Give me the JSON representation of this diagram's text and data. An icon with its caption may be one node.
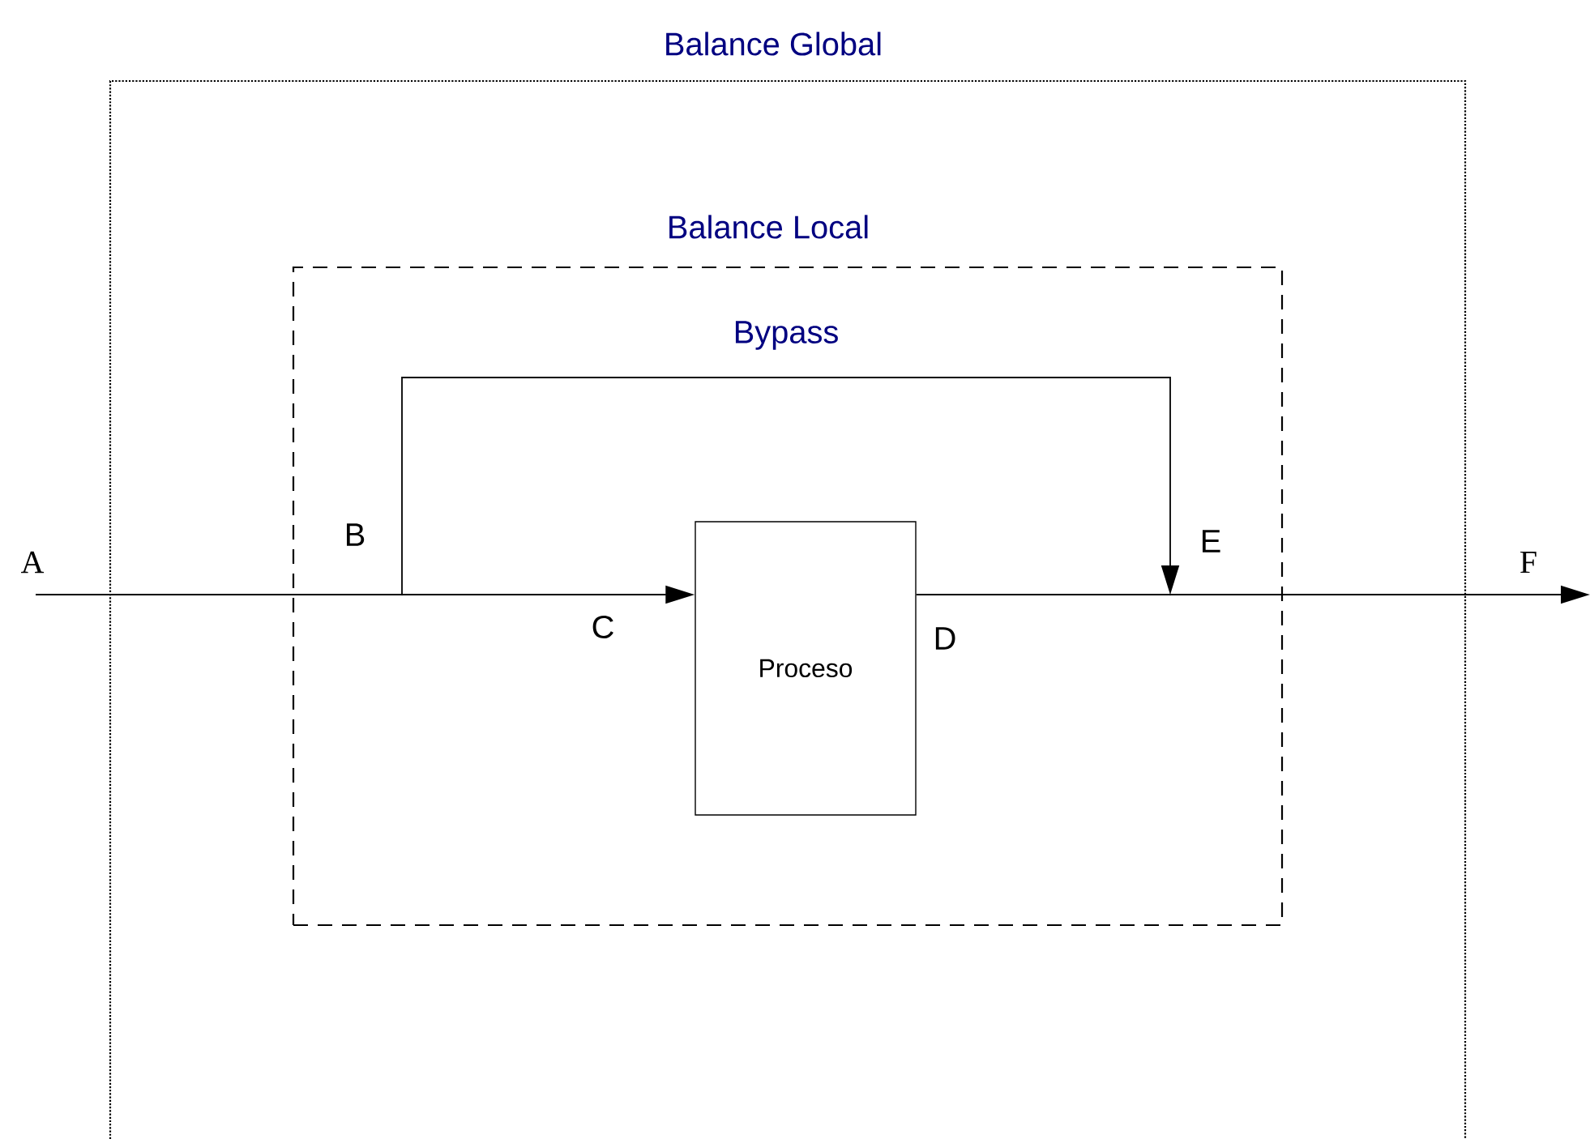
{
  "diagram": {
    "nodes": [
      {
        "text": [
          "Balance Global"
        ]
      },
      {
        "text": [
          "Balance Local"
        ],
        "in": 0
      },
      {
        "text": [
          "Proceso"
        ],
        "in": 1
      },
      {
        "text": [],
        "shape": "junction",
        "in": 1
      },
      {
        "text": [],
        "shape": "junction",
        "in": 1
      }
    ],
    "edges": [
      {
        "from": null,
        "to": 3,
        "arrow": "none"
      },
      {
        "from": 3,
        "to": 2,
        "arrow": "to"
      },
      {
        "from": 3,
        "to": 4,
        "arrow": "to",
        "label": "Bypass"
      },
      {
        "from": 2,
        "to": 4,
        "arrow": "none"
      },
      {
        "from": 4,
        "to": null,
        "arrow": "to"
      }
    ],
    "labels": [
      "A",
      "B",
      "C",
      "D",
      "E",
      "F"
    ]
  }
}
